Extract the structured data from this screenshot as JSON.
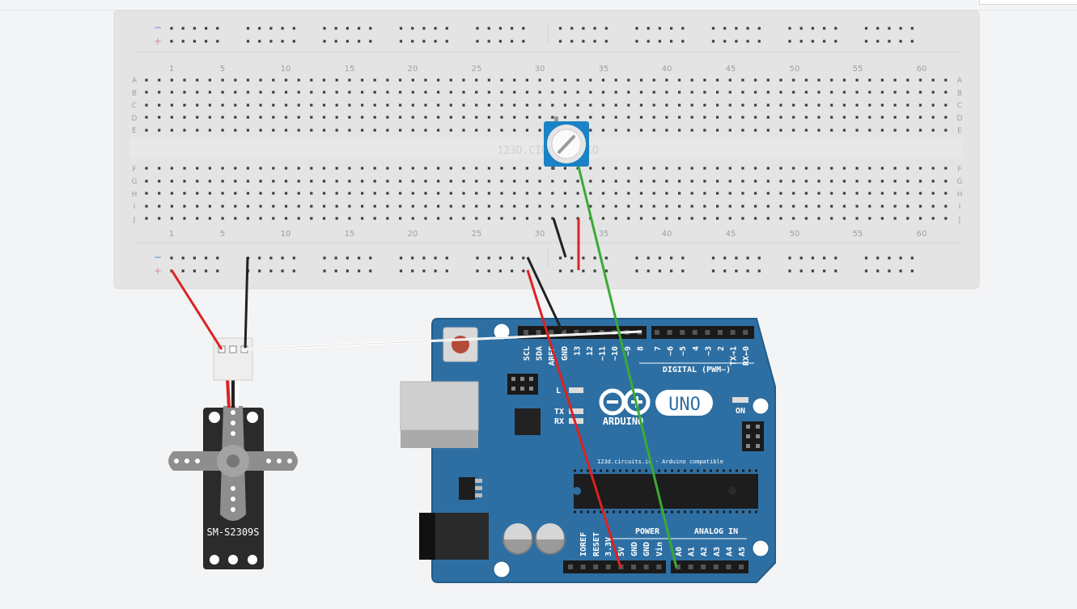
{
  "breadboard": {
    "watermark": "123D.CIRCUITS.IO",
    "column_numbers": [
      "1",
      "5",
      "10",
      "15",
      "20",
      "25",
      "30",
      "35",
      "40",
      "45",
      "50",
      "55",
      "60"
    ],
    "row_letters_top": [
      "A",
      "B",
      "C",
      "D",
      "E"
    ],
    "row_letters_bottom": [
      "F",
      "G",
      "H",
      "I",
      "J"
    ],
    "rail_minus": "−",
    "rail_plus": "+"
  },
  "servo": {
    "model_label": "SM-S2309S"
  },
  "arduino": {
    "brand": "ARDUINO",
    "model": "UNO",
    "subtitle": "123d.circuits.io - Arduino compatible",
    "digital_header": "DIGITAL (PWM~)",
    "digital_pins": [
      "SCL",
      "SDA",
      "AREF",
      "GND",
      "13",
      "12",
      "~11",
      "~10",
      "~9",
      "8",
      "7",
      "~6",
      "~5",
      "4",
      "~3",
      "2",
      "TX→1",
      "RX←0"
    ],
    "led_l": "L",
    "led_tx": "TX",
    "led_rx": "RX",
    "on_label": "ON",
    "power_header": "POWER",
    "analog_header": "ANALOG IN",
    "power_pins": [
      "IOREF",
      "RESET",
      "3.3V",
      "5V",
      "GND",
      "GND",
      "Vin"
    ],
    "analog_pins": [
      "A0",
      "A1",
      "A2",
      "A3",
      "A4",
      "A5"
    ]
  },
  "colors": {
    "board_blue": "#2e6fa3",
    "wire_red": "#dd2222",
    "wire_black": "#222222",
    "wire_green": "#3aaa35",
    "wire_white": "#ffffff",
    "pot_blue": "#1b82c6",
    "breadboard": "#e4e4e4"
  },
  "icons": {
    "arduino_logo": "infinity-logo-icon",
    "reset_button": "reset-button-icon"
  }
}
